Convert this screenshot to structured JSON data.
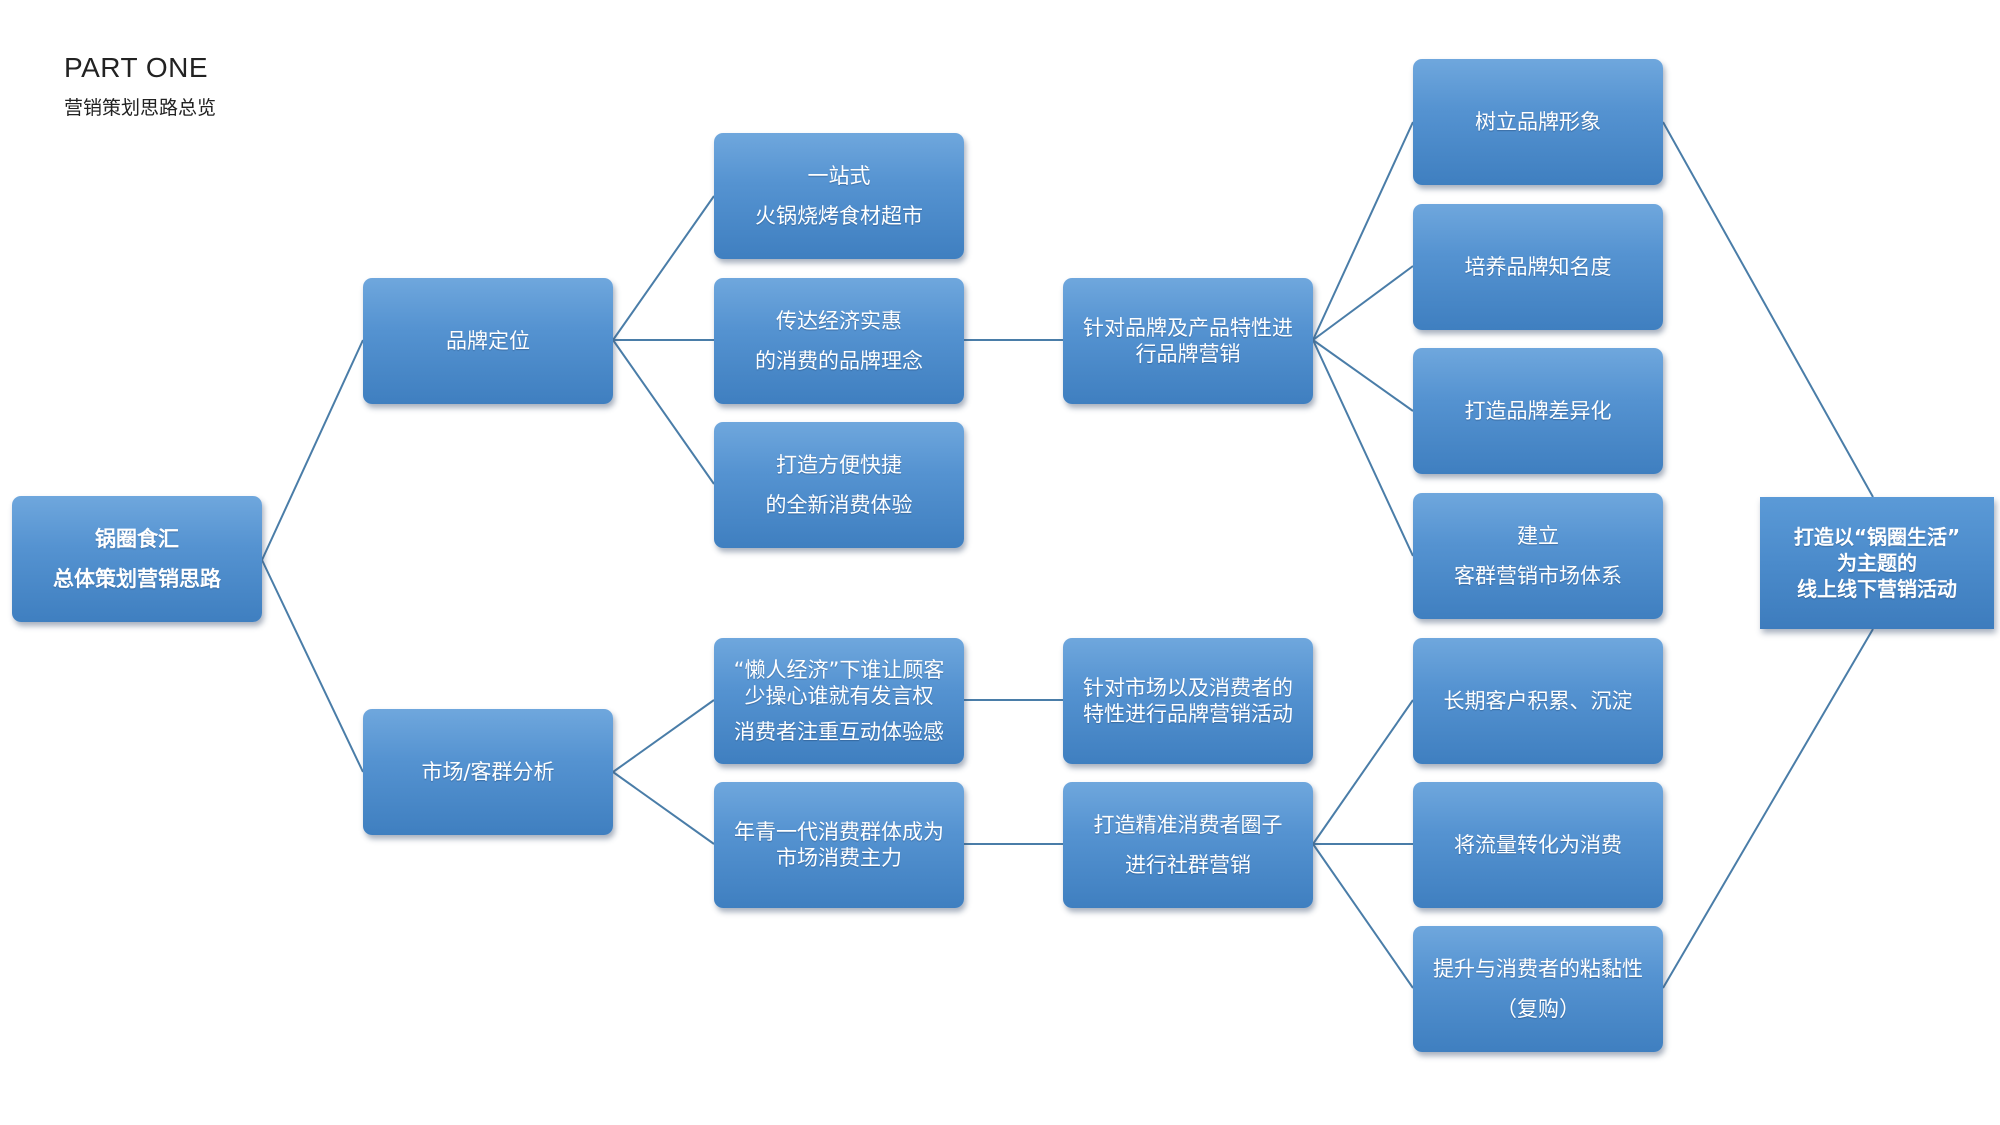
{
  "header": {
    "part": "PART ONE",
    "subtitle": "营销策划思路总览"
  },
  "nodes": {
    "root": [
      "锅圈食汇",
      "总体策划营销思路"
    ],
    "brand_positioning": [
      "品牌定位"
    ],
    "market_analysis": [
      "市场/客群分析"
    ],
    "one_stop": [
      "一站式",
      "火锅烧烤食材超市"
    ],
    "economic": [
      "传达经济实惠",
      "的消费的品牌理念"
    ],
    "convenient": [
      "打造方便快捷",
      "的全新消费体验"
    ],
    "lazy_economy": [
      "“懒人经济”下谁让顾客少操心谁就有发言权",
      "消费者注重互动体验感"
    ],
    "young_gen": [
      "年青一代消费群体成为市场消费主力"
    ],
    "brand_marketing": [
      "针对品牌及产品特性进行品牌营销"
    ],
    "market_marketing": [
      "针对市场以及消费者的特性进行品牌营销活动"
    ],
    "community": [
      "打造精准消费者圈子",
      "进行社群营销"
    ],
    "brand_image": [
      "树立品牌形象"
    ],
    "awareness": [
      "培养品牌知名度"
    ],
    "differentiation": [
      "打造品牌差异化"
    ],
    "system": [
      "建立",
      "客群营销市场体系"
    ],
    "long_term": [
      "长期客户积累、沉淀"
    ],
    "conversion": [
      "将流量转化为消费"
    ],
    "stickiness": [
      "提升与消费者的粘黏性",
      "（复购）"
    ],
    "final": [
      "打造以“锅圈生活”",
      "为主题的",
      "线上线下营销活动"
    ]
  },
  "colors": {
    "node_fill": "#5593d1",
    "connector": "#4a7da8",
    "node_text": "#ffffff"
  }
}
